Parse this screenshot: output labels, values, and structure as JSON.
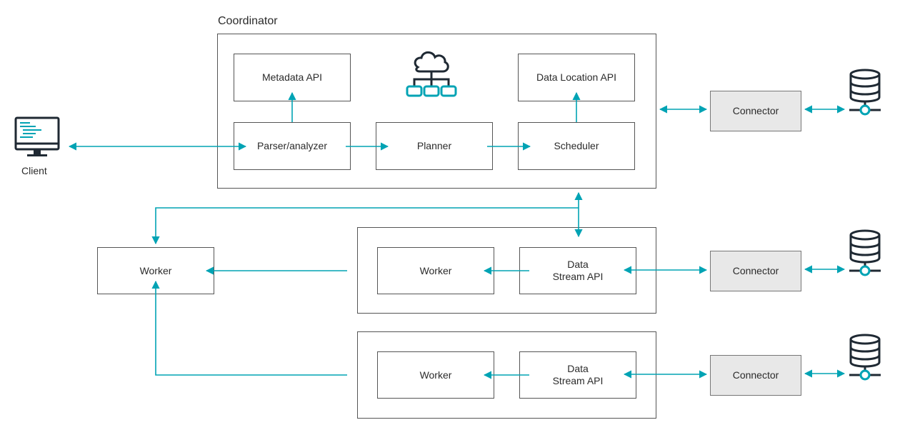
{
  "coordinator": {
    "title": "Coordinator",
    "metadata_api": "Metadata API",
    "data_location_api": "Data Location API",
    "parser": "Parser/analyzer",
    "planner": "Planner",
    "scheduler": "Scheduler"
  },
  "client": {
    "label": "Client"
  },
  "workers": {
    "standalone": "Worker",
    "group1": {
      "worker": "Worker",
      "stream_api": "Data\nStream API"
    },
    "group2": {
      "worker": "Worker",
      "stream_api": "Data\nStream API"
    }
  },
  "connectors": [
    {
      "label": "Connector"
    },
    {
      "label": "Connector"
    },
    {
      "label": "Connector"
    }
  ],
  "colors": {
    "accent": "#00a3b4",
    "border": "#555555",
    "connector_fill": "#e8e8e8",
    "icon": "#1f2933"
  },
  "icons": [
    "monitor-icon",
    "cloud-network-icon",
    "database-icon"
  ]
}
